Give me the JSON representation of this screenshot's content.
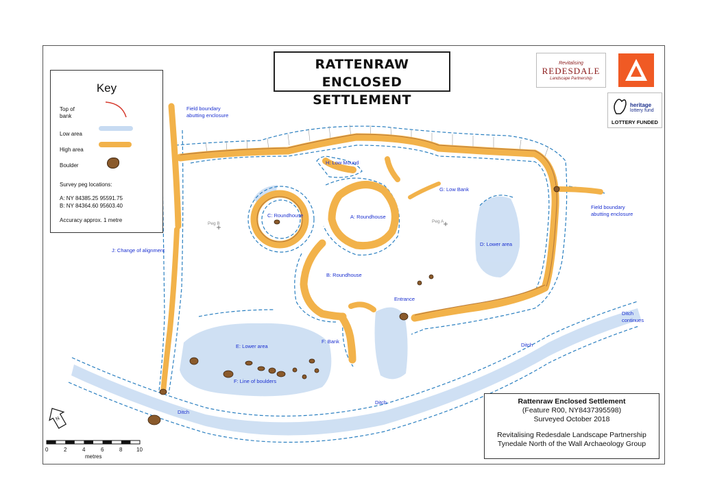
{
  "title": {
    "line1": "RATTENRAW ENCLOSED",
    "line2": "SETTLEMENT"
  },
  "key": {
    "heading": "Key",
    "items": [
      {
        "label": "Top of bank",
        "color": "#d63b2f"
      },
      {
        "label": "Low area",
        "color": "#c7dbf2"
      },
      {
        "label": "High area",
        "color": "#f2b24a"
      },
      {
        "label": "Boulder",
        "color": "#8a5a2b"
      }
    ],
    "top_of_bank_l1": "Top of",
    "top_of_bank_l2": "bank",
    "survey_heading": "Survey peg locations:",
    "peg_a": "A:  NY  84385.25 95591.75",
    "peg_b": "B:  NY  84364.60 95603.40",
    "accuracy": "Accuracy approx. 1 metre"
  },
  "map_labels": {
    "field_boundary_nw_1": "Field boundary",
    "field_boundary_nw_2": "abutting enclosure",
    "field_boundary_e_1": "Field boundary",
    "field_boundary_e_2": "abutting enclosure",
    "low_mound": "H: Low Mound",
    "low_bank": "G: Low Bank",
    "roundhouse_c": "C: Roundhouse",
    "roundhouse_a": "A: Roundhouse",
    "roundhouse_b": "B: Roundhouse",
    "peg_b": "Peg B",
    "peg_a": "Peg A",
    "lower_area_d": "D: Lower area",
    "change_alignment": "J: Change of alignment",
    "entrance": "Entrance",
    "ditch_continues_1": "Ditch",
    "ditch_continues_2": "continues",
    "ditch_e": "Ditch",
    "ditch_mid": "Ditch",
    "ditch_w": "Ditch",
    "bank_f": "F: Bank",
    "lower_area_e": "E: Lower area",
    "line_of_boulders": "F: Line of boulders"
  },
  "info": {
    "name": "Rattenraw Enclosed Settlement",
    "feature": "(Feature R00, NY8437395598)",
    "surveyed": "Surveyed October 2018",
    "partnership": "Revitalising Redesdale Landscape Partnership",
    "group": "Tynedale North of the Wall Archaeology Group"
  },
  "logos": {
    "redesdale_small": "Revitalising",
    "redesdale_big": "REDESDALE",
    "redesdale_sub": "Landscape Partnership",
    "heritage_1": "heritage",
    "heritage_2": "lottery fund",
    "lottery_funded": "LOTTERY FUNDED"
  },
  "scale": {
    "ticks": [
      "0",
      "2",
      "4",
      "6",
      "8",
      "10"
    ],
    "unit": "metres"
  },
  "colors": {
    "bank": "#f2b24a",
    "bank_line": "#b87a3a",
    "low": "#c7dbf2",
    "dashed": "#2a7fc0",
    "boulder": "#8a5a2b",
    "label": "#1a2fd0"
  }
}
